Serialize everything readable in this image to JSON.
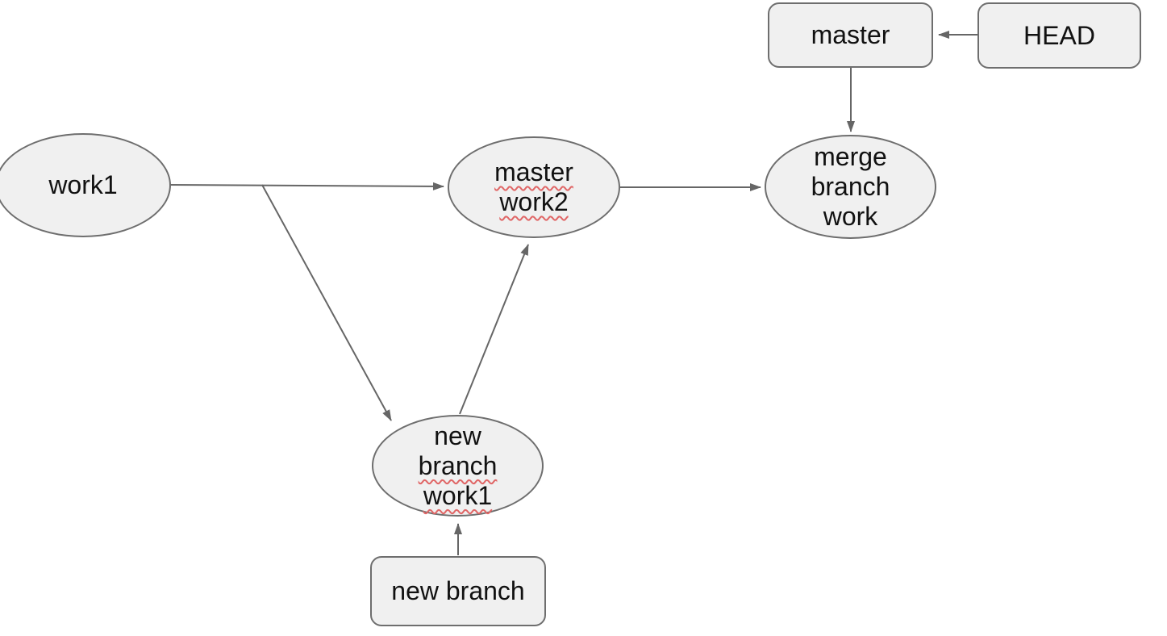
{
  "palette": {
    "background": "#ffffff",
    "node_fill": "#f0f0f0",
    "node_border": "#6e6e6e",
    "arrow": "#666666",
    "text": "#111111",
    "spellcheck": "#e06666"
  },
  "nodes": {
    "work1": {
      "type": "ellipse",
      "label": "work1"
    },
    "master_work2": {
      "type": "ellipse",
      "lines": [
        {
          "text": "master",
          "misspelled": true
        },
        {
          "text": "work2",
          "misspelled": true
        }
      ]
    },
    "merge_branch_work": {
      "type": "ellipse",
      "lines": [
        {
          "text": "merge",
          "misspelled": false
        },
        {
          "text": "branch",
          "misspelled": false
        },
        {
          "text": "work",
          "misspelled": false
        }
      ]
    },
    "new_branch_work1": {
      "type": "ellipse",
      "lines": [
        {
          "text": "new",
          "misspelled": false
        },
        {
          "text": "branch",
          "misspelled": true
        },
        {
          "text": "work1",
          "misspelled": true
        }
      ]
    },
    "master": {
      "type": "rounded-rect",
      "label": "master"
    },
    "head": {
      "type": "rounded-rect",
      "label": "HEAD"
    },
    "new_branch": {
      "type": "rounded-rect",
      "label": "new branch"
    }
  },
  "edges": [
    {
      "from": "work1",
      "to": "master_work2"
    },
    {
      "from": "work1",
      "to": "new_branch_work1"
    },
    {
      "from": "new_branch_work1",
      "to": "master_work2"
    },
    {
      "from": "master_work2",
      "to": "merge_branch_work"
    },
    {
      "from": "head",
      "to": "master"
    },
    {
      "from": "master",
      "to": "merge_branch_work"
    },
    {
      "from": "new_branch",
      "to": "new_branch_work1"
    }
  ]
}
